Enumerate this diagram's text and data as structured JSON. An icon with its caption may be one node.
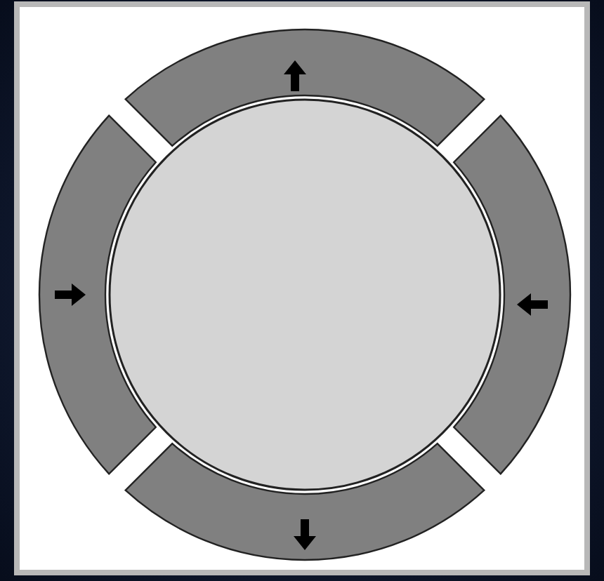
{
  "diagram": {
    "nodes": [
      {
        "text": [],
        "shape": "circle"
      },
      {
        "text": [],
        "shape": "band"
      },
      {
        "text": [],
        "shape": "band"
      },
      {
        "text": [],
        "shape": "band"
      },
      {
        "text": [],
        "shape": "band"
      }
    ]
  }
}
